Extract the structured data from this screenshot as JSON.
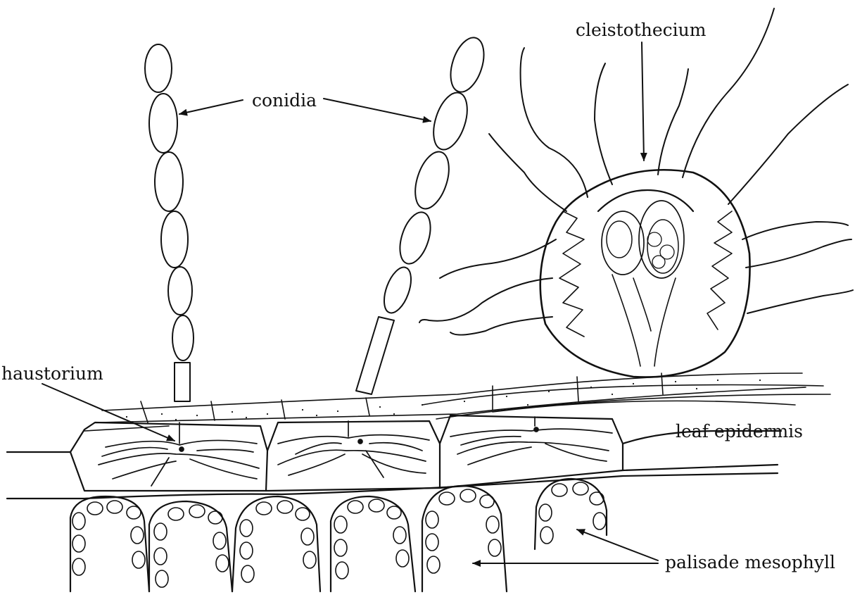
{
  "labels": {
    "cleistothecium": "cleistothecium",
    "conidia": "conidia",
    "haustorium": "haustorium",
    "leaf_epidermis": "leaf epidermis",
    "palisade_mesophyll": "palisade mesophyll"
  },
  "colors": {
    "ink": "#111111",
    "paper": "#ffffff"
  }
}
